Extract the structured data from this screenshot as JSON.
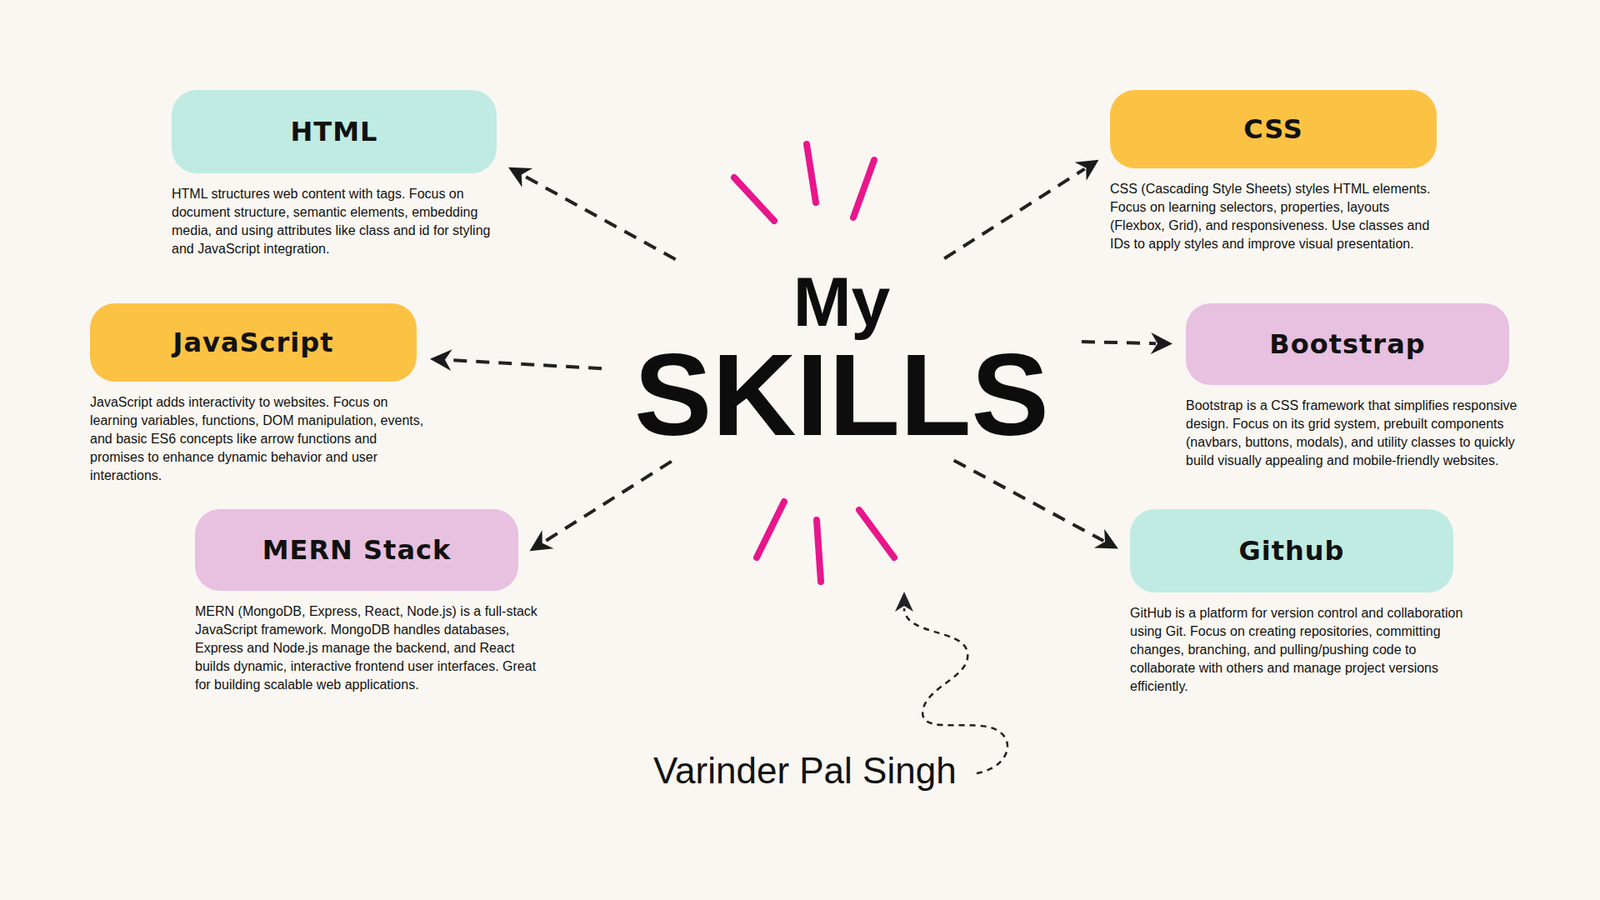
{
  "diagram": {
    "nodes": [
      {
        "text": [
          "My",
          "SKILLS"
        ]
      },
      {
        "text": [
          "HTML",
          "HTML structures web content with tags. Focus on document structure, semantic elements, embedding media, and using attributes like class and id for styling and JavaScript integration."
        ]
      },
      {
        "text": [
          "CSS",
          "CSS (Cascading Style Sheets) styles HTML elements. Focus on learning selectors, properties, layouts (Flexbox, Grid), and responsiveness. Use classes and IDs to apply styles and improve visual presentation."
        ]
      },
      {
        "text": [
          "JavaScript",
          "JavaScript adds interactivity to websites. Focus on learning variables, functions, DOM manipulation, events, and basic ES6 concepts like arrow functions and promises to enhance dynamic behavior and user interactions."
        ]
      },
      {
        "text": [
          "Bootstrap",
          "Bootstrap is a CSS framework that simplifies responsive design. Focus on its grid system, prebuilt components (navbars, buttons, modals), and utility classes to quickly build visually appealing and mobile-friendly websites."
        ]
      },
      {
        "text": [
          "MERN Stack",
          "MERN (MongoDB, Express, React, Node.js) is a full-stack JavaScript framework. MongoDB handles databases, Express and Node.js manage the backend, and React builds dynamic, interactive frontend user interfaces. Great for building scalable web applications."
        ]
      },
      {
        "text": [
          "Github",
          "GitHub is a platform for version control and collaboration using Git. Focus on creating repositories, committing changes, branching, and pulling/pushing code to collaborate with others and manage project versions efficiently."
        ]
      }
    ],
    "edges": [
      {
        "from": 0,
        "to": 1,
        "arrow": "to"
      },
      {
        "from": 0,
        "to": 2,
        "arrow": "to"
      },
      {
        "from": 0,
        "to": 3,
        "arrow": "to"
      },
      {
        "from": 0,
        "to": 4,
        "arrow": "to"
      },
      {
        "from": 0,
        "to": 5,
        "arrow": "to"
      },
      {
        "from": 0,
        "to": 6,
        "arrow": "to"
      }
    ],
    "labels": [
      "Varinder Pal Singh"
    ]
  }
}
